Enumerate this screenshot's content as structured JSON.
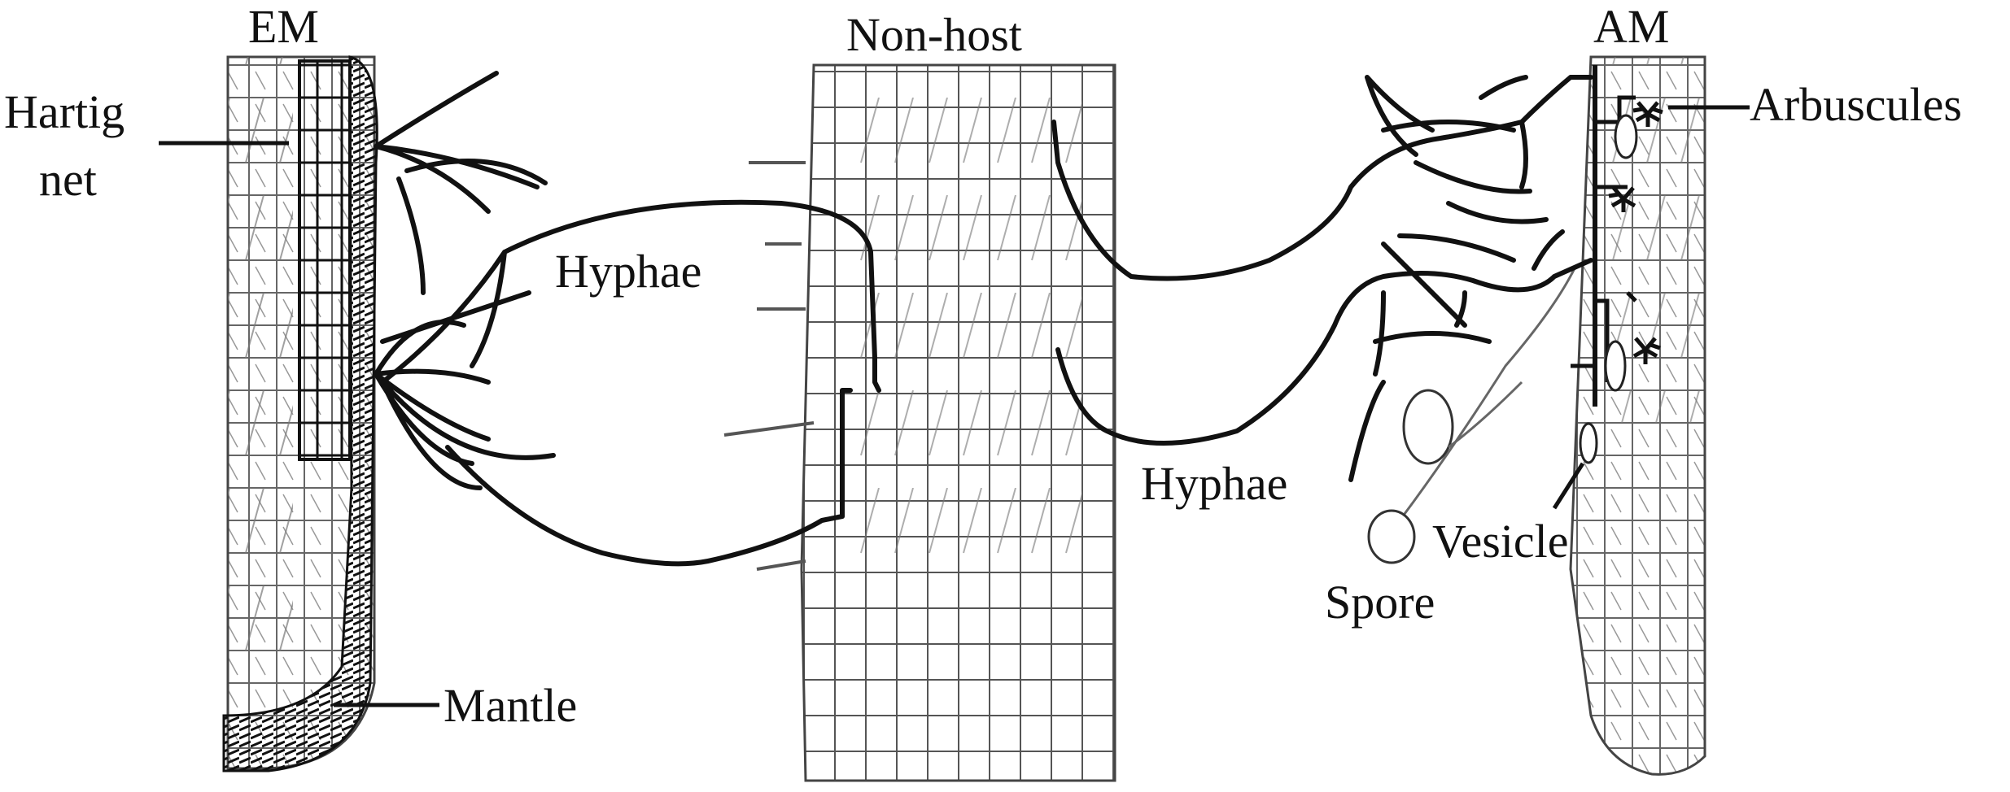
{
  "labels": {
    "em": "EM",
    "non_host": "Non-host",
    "am": "AM",
    "hartig": "Hartig",
    "net": "net",
    "mantle": "Mantle",
    "hyphae_left": "Hyphae",
    "hyphae_right": "Hyphae",
    "arbuscules": "Arbuscules",
    "vesicle": "Vesicle",
    "spore": "Spore"
  },
  "colors": {
    "ink": "#111111",
    "cell_wall": "#555555",
    "background": "#ffffff"
  }
}
